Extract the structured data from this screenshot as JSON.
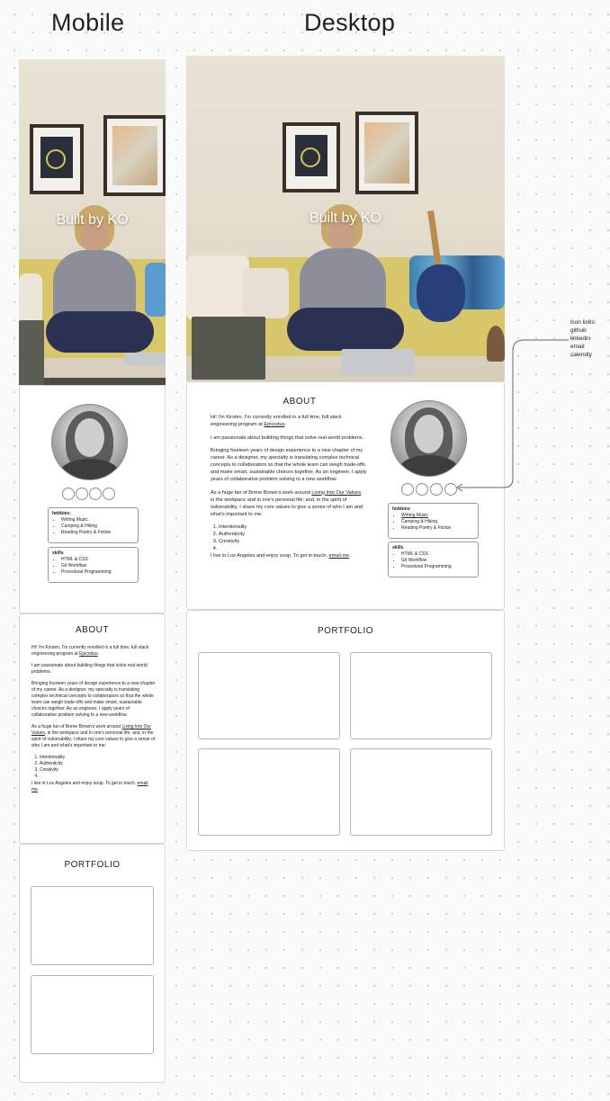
{
  "columns": {
    "mobile_title": "Mobile",
    "desktop_title": "Desktop"
  },
  "hero": {
    "title": "Built by KO"
  },
  "about": {
    "heading": "ABOUT",
    "intro_pre": "Hi! I'm Kirsten. I'm currently enrolled in a full time, full stack engineering program at ",
    "intro_link": "Epicodus",
    "intro_post": ".",
    "p2": "I am passionate about building things that solve real-world problems.",
    "p3": "Bringing fourteen years of design experience to a new chapter of my career. As a designer, my specialty is translating complex technical concepts to collaborators so that the whole team can weigh trade-offs and make smart, sustainable choices together. As an engineer, I apply years of collaborative problem solving to a new workflow.",
    "p4_pre": "As a huge fan of Brene Brown's work around ",
    "p4_link": "Living Into Our Values",
    "p4_post": ", in the workpace and in one's personal life; and, in the spirit of vulnerability, I share my core values to give a sense of who I am and what's important to me:",
    "values": [
      "Intentionality",
      "Authenticity",
      "Creativity",
      ""
    ],
    "closing_pre": "I live in Los Angeles and enjoy soup. To get in touch, ",
    "closing_link": "email me",
    "closing_post": "."
  },
  "hobbies": {
    "heading": "hobbies:",
    "items": [
      "Writing Music",
      "Camping & Hiking",
      "Reading Poetry & Fiction"
    ]
  },
  "skills": {
    "heading": "skills",
    "items": [
      "HTML & CSS",
      "Git Workflow",
      "Procedural Programming"
    ]
  },
  "portfolio": {
    "heading": "PORTFOLIO"
  },
  "annotation": {
    "lines": [
      "icon links:",
      "github",
      "linkedin",
      "email",
      "calendly"
    ]
  }
}
